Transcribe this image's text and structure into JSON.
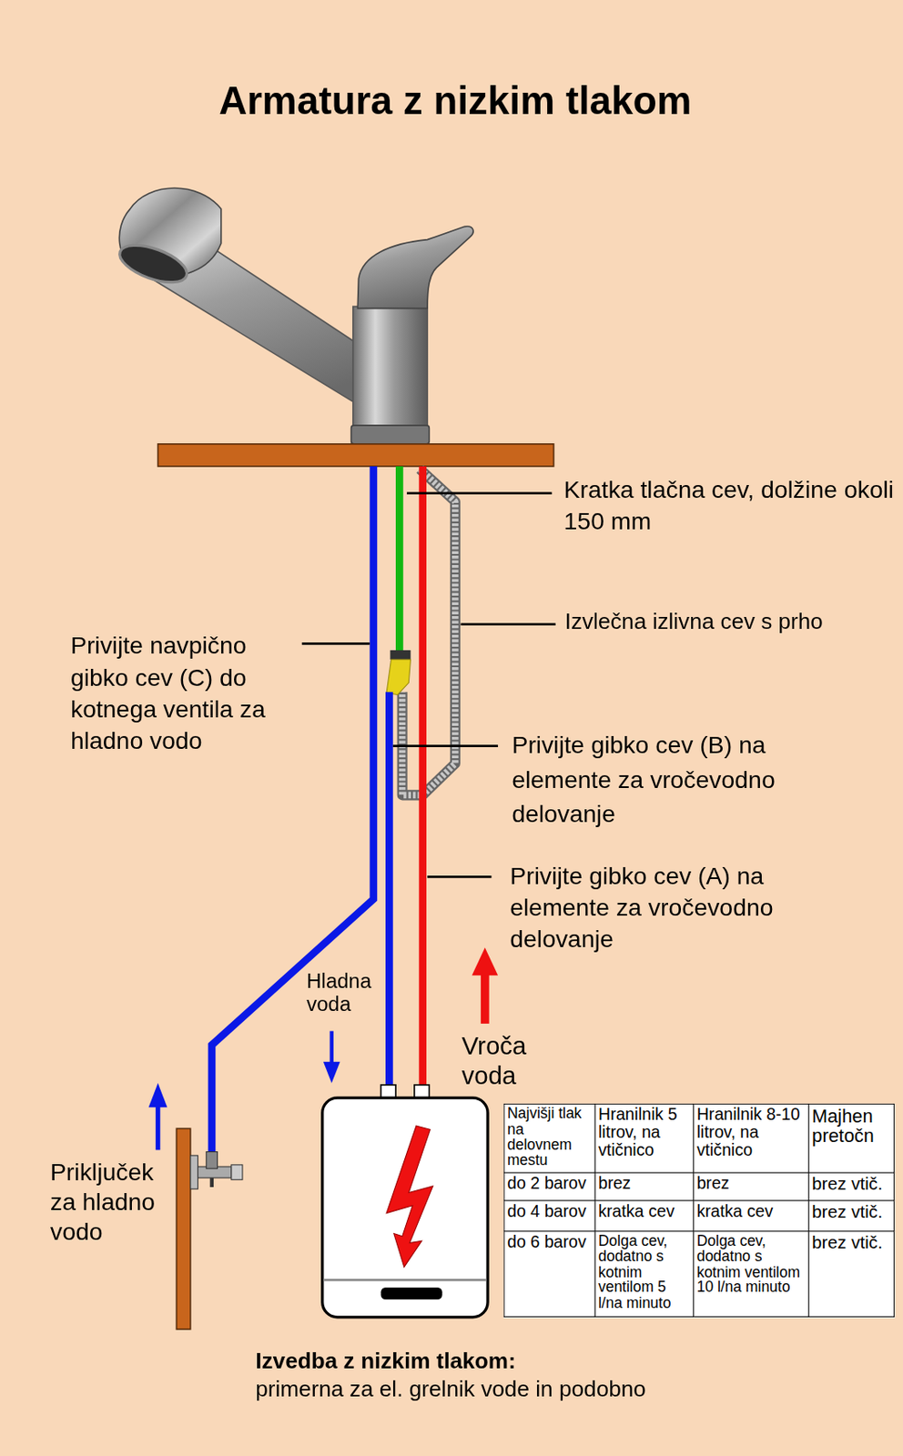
{
  "diagram": {
    "title": "Armatura z nizkim tlakom",
    "caption": "Izvedba z nizkim tlakom:",
    "labels": [
      "Kratka tlačna cev, dolžine okoli 150 mm",
      "Izvlečna izlivna cev s prho",
      "Privijte navpično gibko cev (C) do kotnega ventila za hladno vodo",
      "Privijte gibko cev (B) na elemente za vročevodno delovanje",
      "Privijte gibko cev (A) na elemente za vročevodno delovanje",
      "Hladna voda",
      "Vroča voda",
      "Priključek za hladno vodo",
      "Najvišji tlak na delovnem mestu",
      "Hranilnik 5 litrov, na vtičnico",
      "Hranilnik 8-10 litrov, na vtičnico",
      "Majhen pretočn",
      "do 2 barov",
      "brez",
      "brez",
      "brez vtič.",
      "do 4 barov",
      "kratka cev",
      "kratka cev",
      "brez vtič.",
      "do 6 barov",
      "Dolga cev, dodatno s kotnim ventilom 5 l/na minuto",
      "Dolga cev, dodatno s kotnim ventilom 10 l/na minuto",
      "brez vtič.",
      "primerna za el. grelnik vode in podobno"
    ]
  }
}
